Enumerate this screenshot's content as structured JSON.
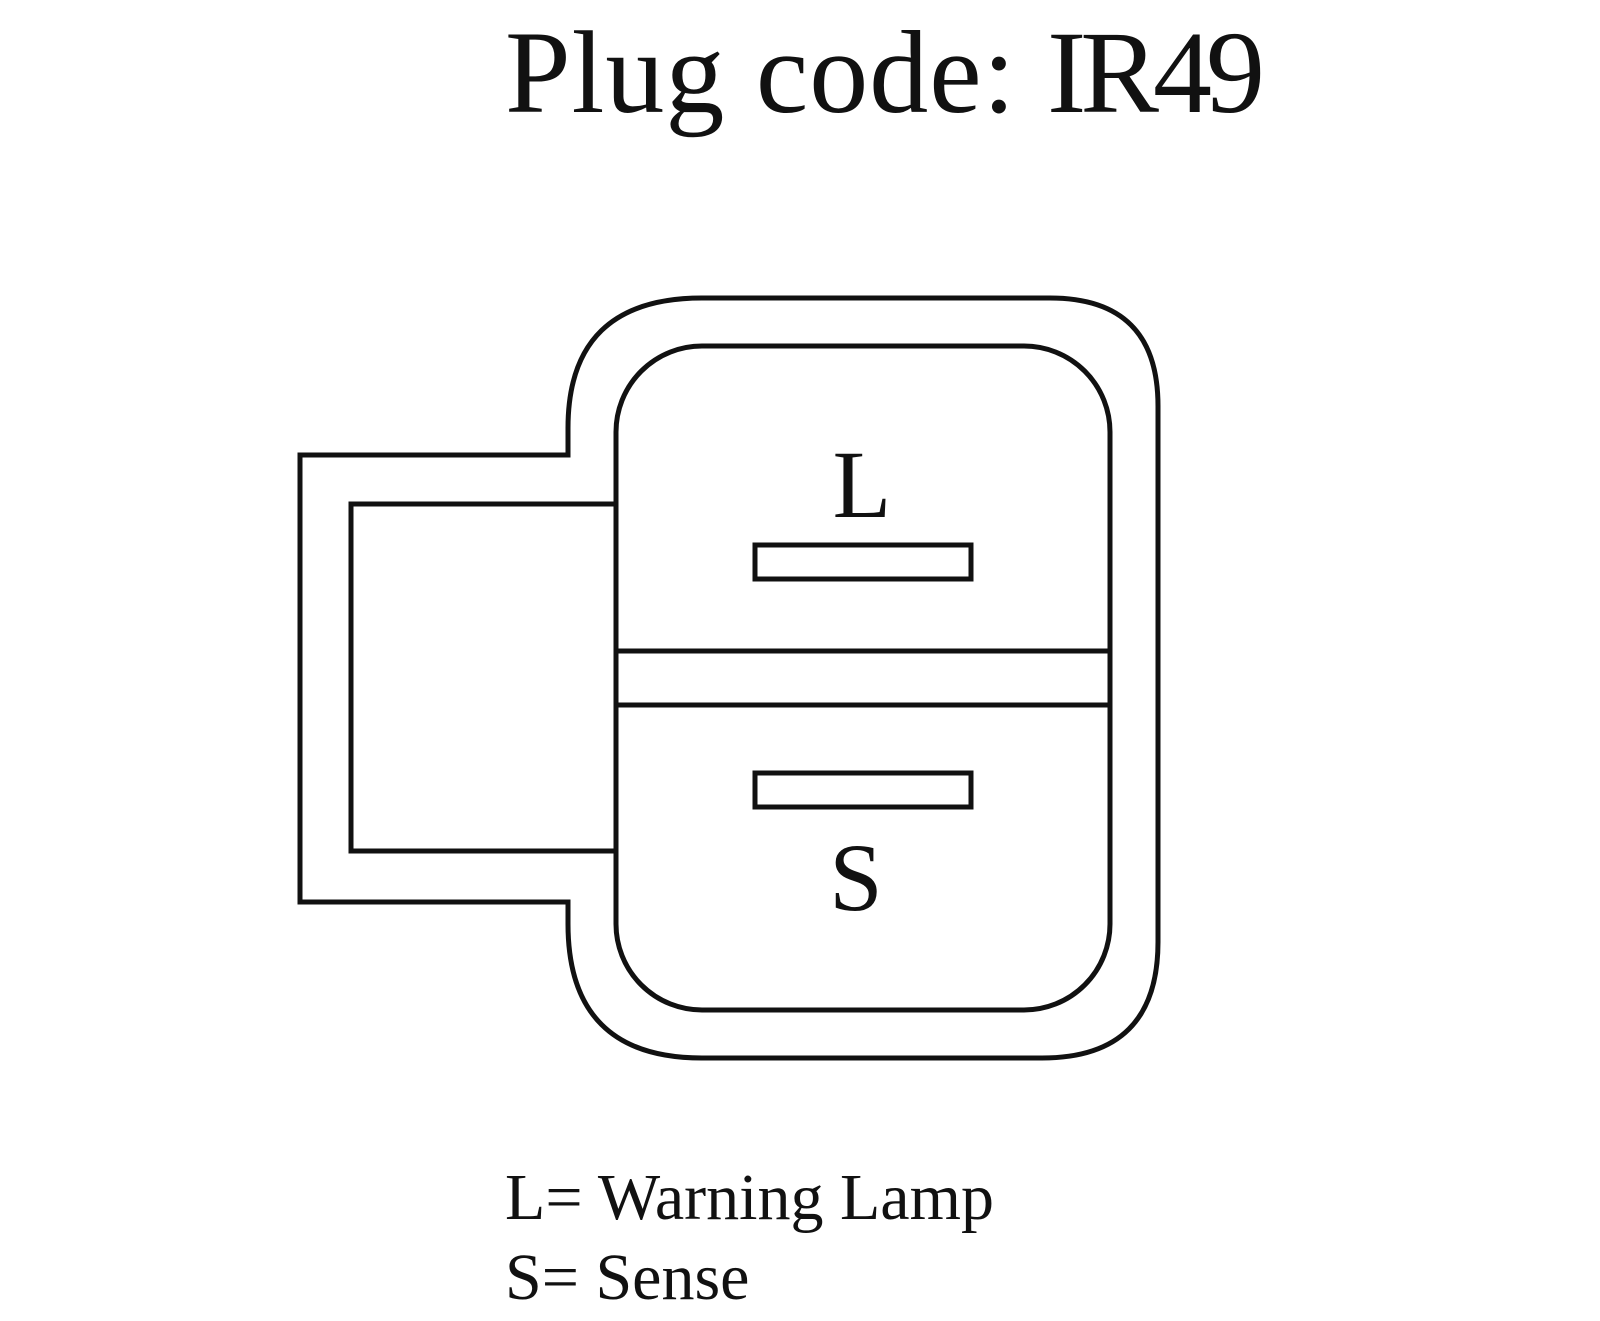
{
  "title": {
    "prefix": "Plug code:",
    "code": "IR49"
  },
  "terminals": {
    "top_label": "L",
    "bottom_label": "S"
  },
  "legend": [
    {
      "key": "L",
      "sep": "=",
      "meaning": "Warning Lamp"
    },
    {
      "key": "S",
      "sep": "=",
      "meaning": "Sense"
    }
  ],
  "colors": {
    "stroke": "#111111",
    "background": "#ffffff"
  }
}
